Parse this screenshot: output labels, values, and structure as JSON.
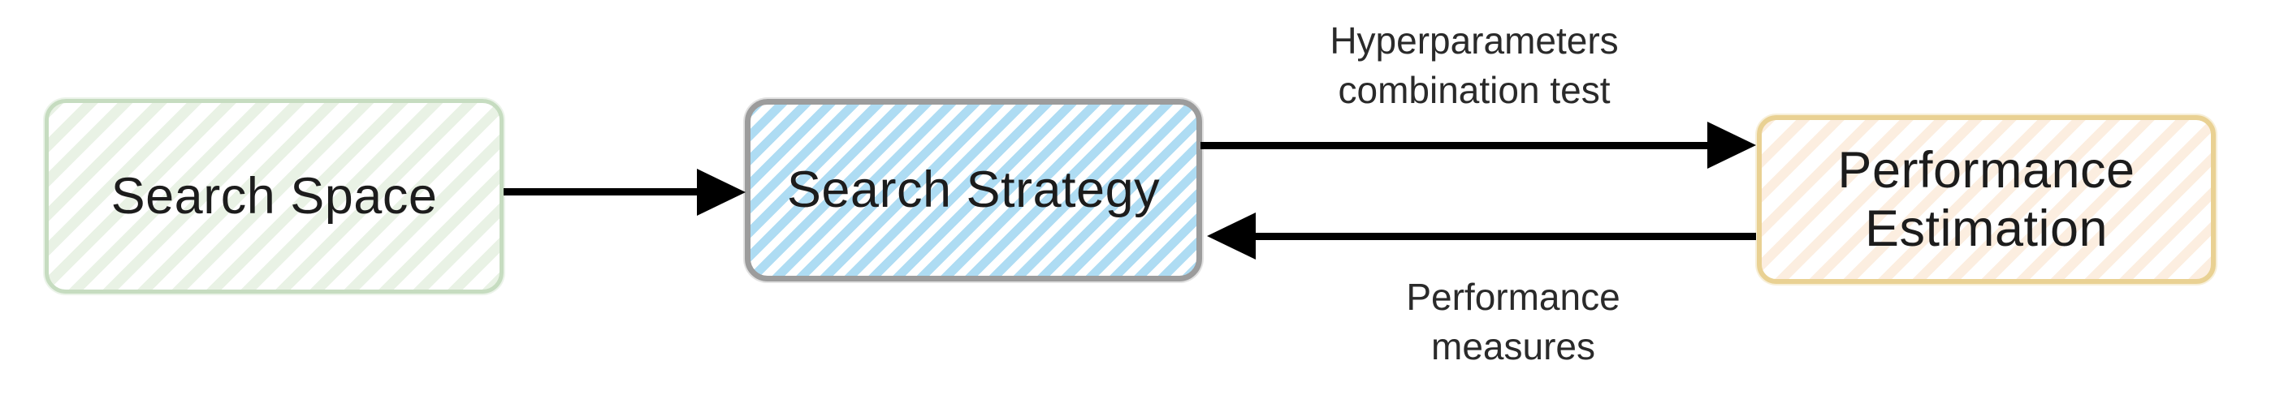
{
  "diagram": {
    "background": "#ffffff",
    "arrow_color": "#000000",
    "text_color": "#1c1c1c",
    "nodes": [
      {
        "id": "search-space",
        "label": "Search Space",
        "stripe_color": "#e9f2e5",
        "border_color": "#c6dcc0",
        "style": "hand-drawn hatched rectangle"
      },
      {
        "id": "search-strategy",
        "label": "Search Strategy",
        "stripe_color": "#aedcf3",
        "border_color": "#9c9c9c",
        "style": "hand-drawn hatched rectangle"
      },
      {
        "id": "performance-estimation",
        "label": "Performance Estimation",
        "stripe_color": "#fceee0",
        "border_color": "#e9d193",
        "style": "hand-drawn hatched rectangle"
      }
    ],
    "edges": [
      {
        "from": "search-space",
        "to": "search-strategy",
        "label": ""
      },
      {
        "from": "search-strategy",
        "to": "performance-estimation",
        "label": "Hyperparameters\ncombination test"
      },
      {
        "from": "performance-estimation",
        "to": "search-strategy",
        "label": "Performance\nmeasures"
      }
    ]
  }
}
